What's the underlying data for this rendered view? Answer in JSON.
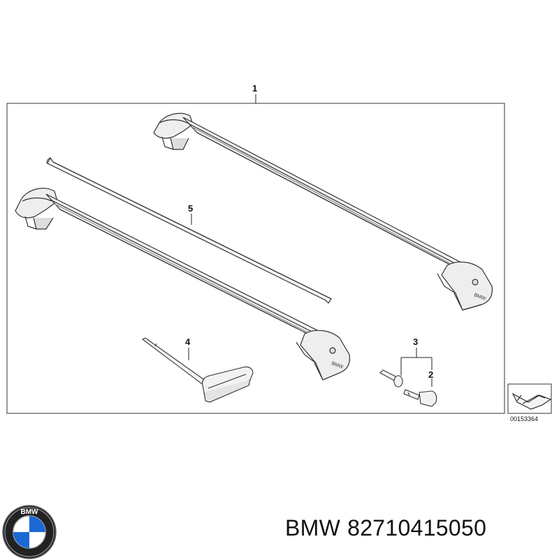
{
  "diagram": {
    "callouts": {
      "item1": "1",
      "item2": "2",
      "item3": "3",
      "item4": "4",
      "item5": "5"
    },
    "reference_number": "00153364",
    "bar_marking": "BMW"
  },
  "caption": {
    "brand": "BMW",
    "part_number": "82710415050"
  },
  "logo": {
    "icon": "bmw-roundel-icon",
    "text": "BMW",
    "colors": {
      "blue": "#1c69d4",
      "white": "#ffffff",
      "ring": "#111111"
    }
  }
}
